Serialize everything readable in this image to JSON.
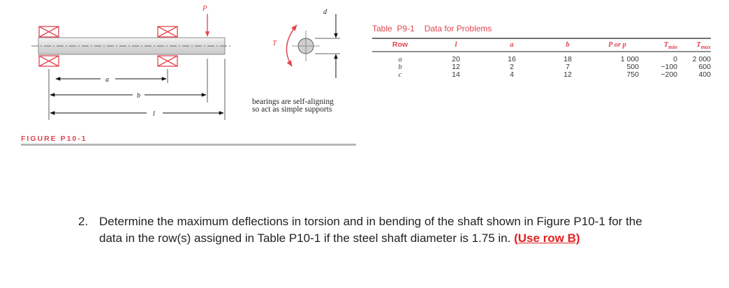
{
  "figure": {
    "caption": "FIGURE P10-1",
    "labels": {
      "load": "P",
      "torque": "T",
      "diameter": "d",
      "dim_a": "a",
      "dim_b": "b",
      "dim_l": "l"
    },
    "note_lines": [
      "bearings are self-aligning",
      "so act as simple supports"
    ],
    "colors": {
      "accent": "#e0454f",
      "shaft_fill": "#e6e6e6",
      "line": "#222222"
    }
  },
  "table": {
    "title_id": "Table  P9-1",
    "title_text": "Data for Problems",
    "headers": [
      "Row",
      "l",
      "a",
      "b",
      "P or p",
      "T",
      "T"
    ],
    "header_subscripts": [
      "",
      "",
      "",
      "",
      "",
      "min",
      "max"
    ],
    "rows": [
      {
        "row": "a",
        "l": "20",
        "a": "16",
        "b": "18",
        "P": "1 000",
        "Tmin": "0",
        "Tmax": "2 000"
      },
      {
        "row": "b",
        "l": "12",
        "a": "2",
        "b": "7",
        "P": "500",
        "Tmin": "−100",
        "Tmax": "600"
      },
      {
        "row": "c",
        "l": "14",
        "a": "4",
        "b": "12",
        "P": "750",
        "Tmin": "−200",
        "Tmax": "400"
      }
    ]
  },
  "question": {
    "number": "2.",
    "text": "Determine the maximum deflections in torsion and in bending of the shaft shown in Figure P10-1 for the data in the row(s) assigned in Table P10-1 if the steel shaft diameter is 1.75 in. ",
    "highlight": "(Use row B)"
  }
}
